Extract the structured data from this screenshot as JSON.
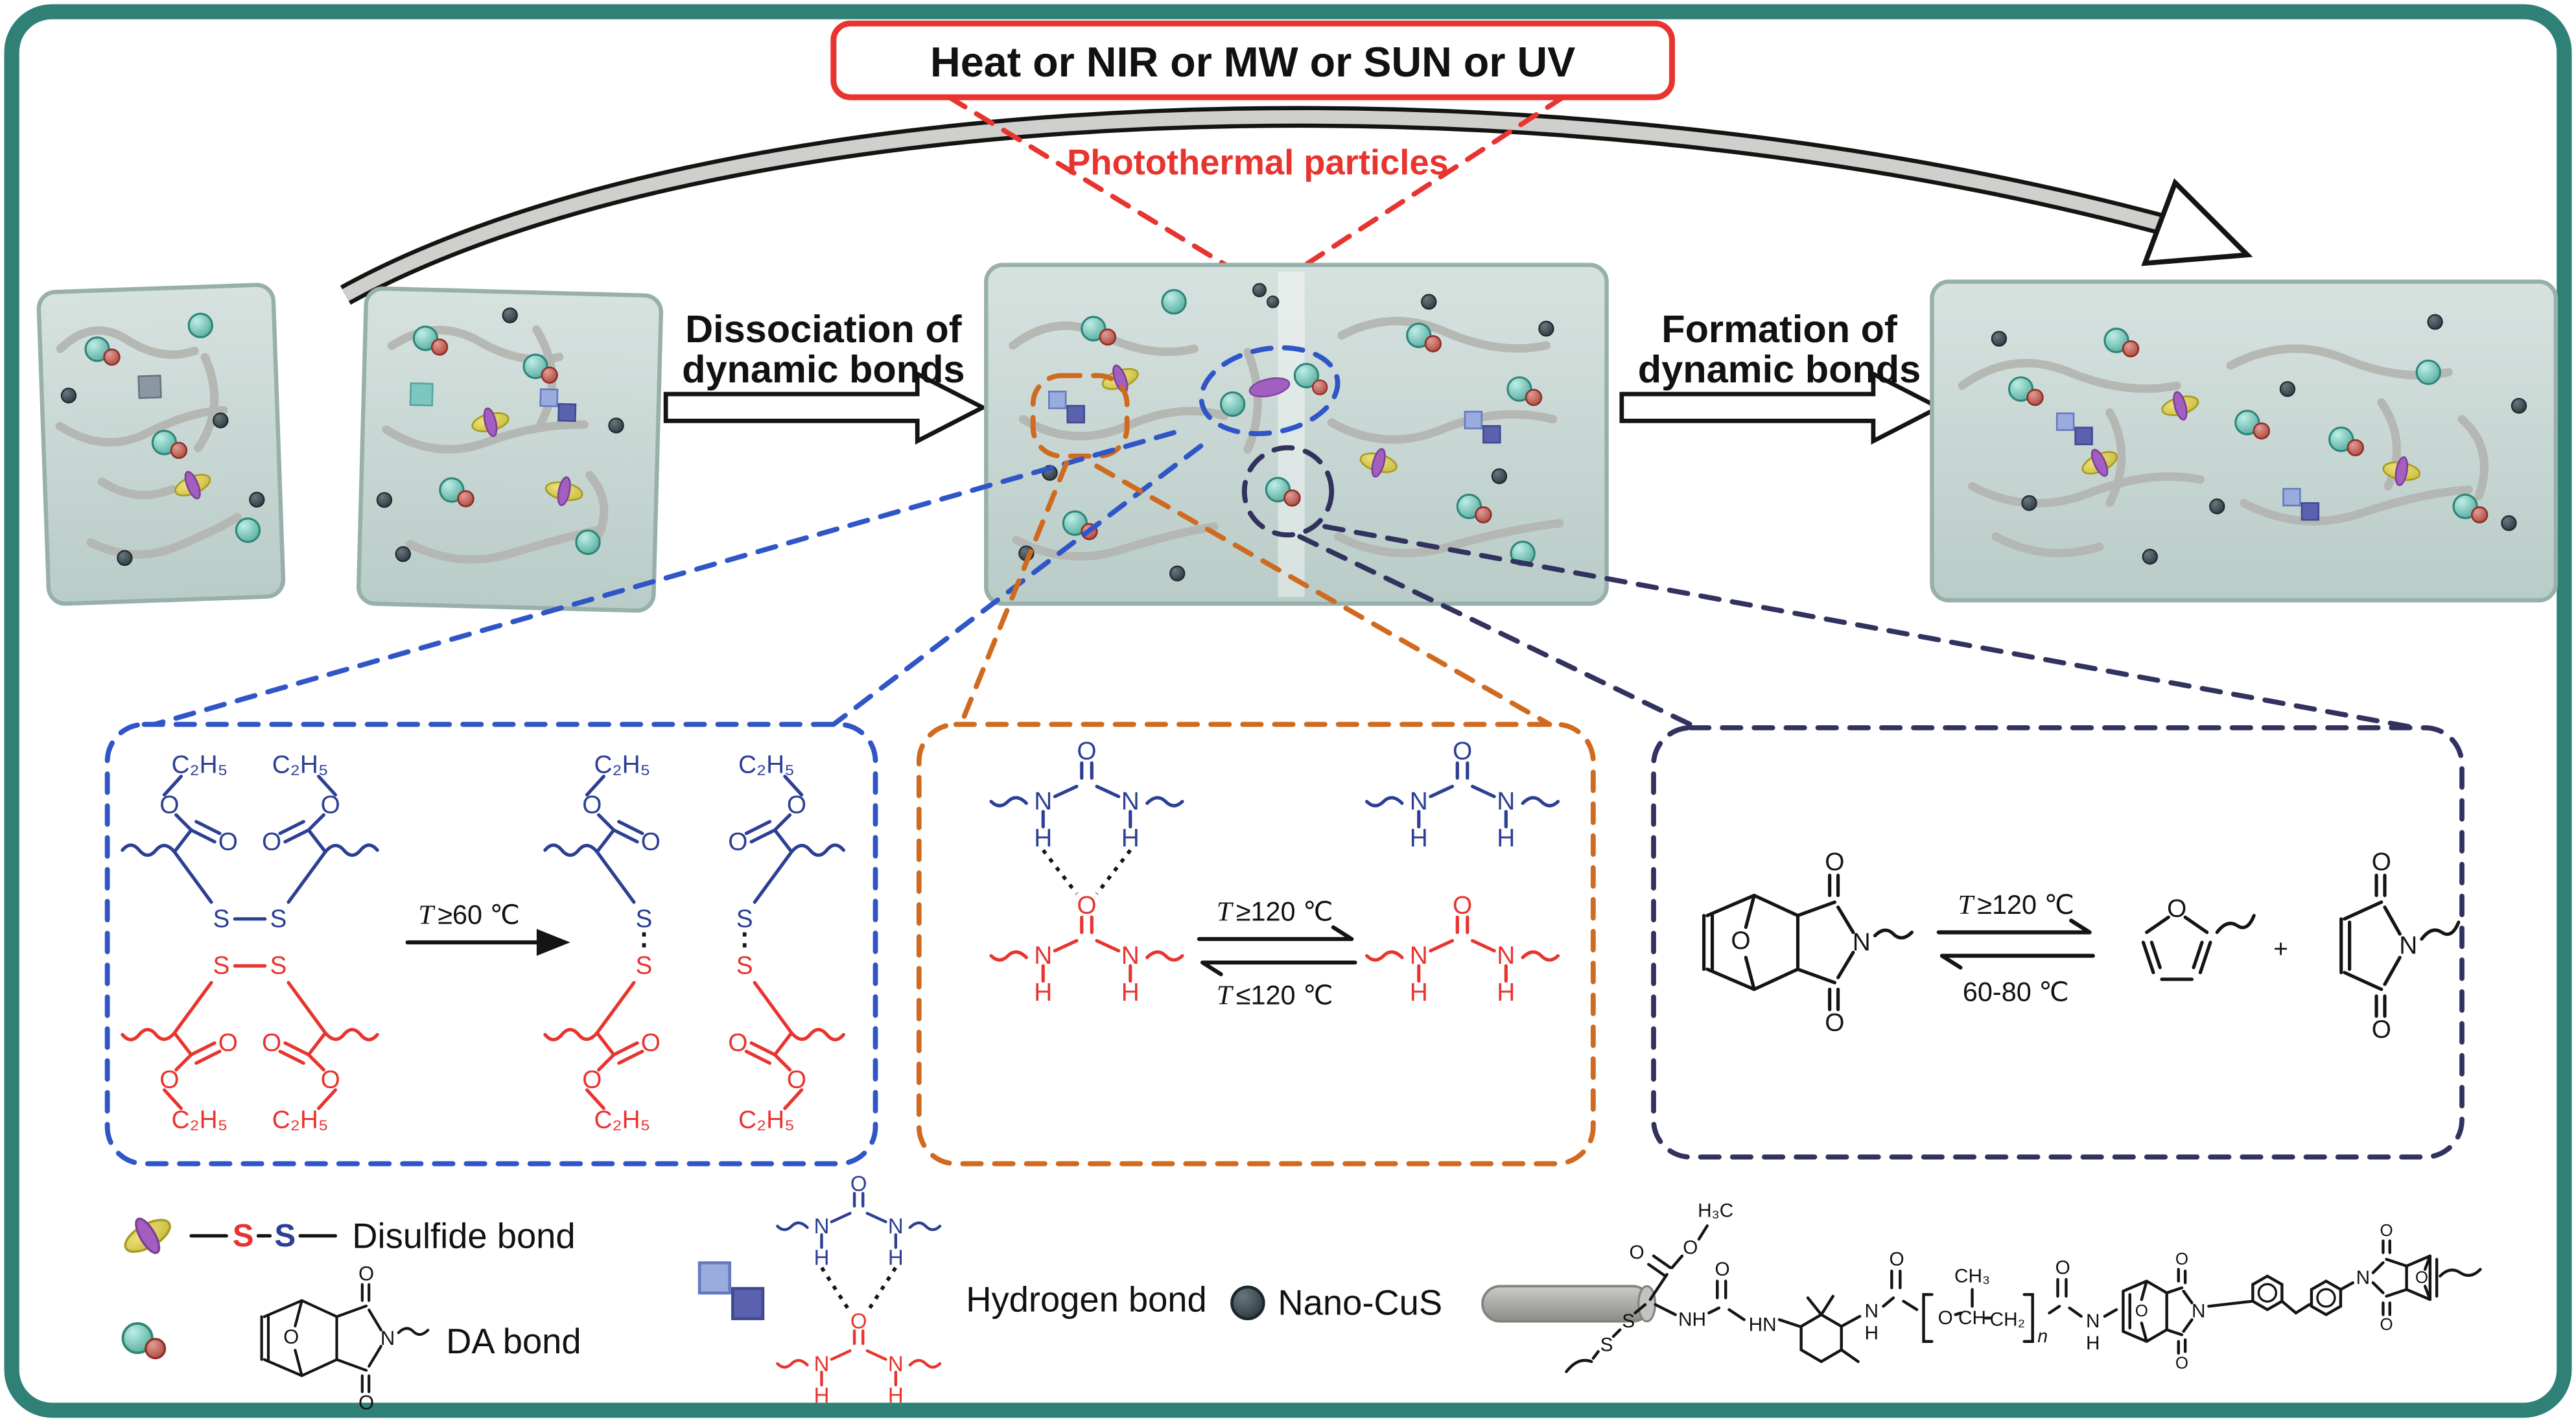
{
  "colors": {
    "frame_border": "#2f8176",
    "highlight_red": "#e8342f",
    "structure_blue": "#2c3f93",
    "panel_blue": "#2f55c7",
    "panel_orange": "#cf6a1f",
    "panel_navy": "#32325f"
  },
  "header": {
    "stimulus": "Heat or NIR or MW or SUN or UV",
    "photothermal": "Photothermal particles"
  },
  "process": {
    "dissociation_line1": "Dissociation of",
    "dissociation_line2": "dynamic bonds",
    "formation_line1": "Formation of",
    "formation_line2": "dynamic bonds"
  },
  "atoms": {
    "O": "O",
    "S": "S",
    "N": "N",
    "H": "H",
    "NH": "NH",
    "HN": "HN",
    "C2H5": "C₂H₅",
    "H3C": "H₃C",
    "CH3": "CH₃",
    "CH2": "CH₂",
    "CH": "CH",
    "n": "n",
    "plus": "+"
  },
  "conditions": {
    "T": "T",
    "disulfide": "≥60 ℃",
    "hbond_break": "≥120 ℃",
    "hbond_form": "≤120 ℃",
    "da_break": "≥120 ℃",
    "da_form": "60-80 ℃"
  },
  "legend": {
    "disulfide": "Disulfide bond",
    "da": "DA bond",
    "hydrogen": "Hydrogen bond",
    "nano_cus": "Nano-CuS"
  }
}
